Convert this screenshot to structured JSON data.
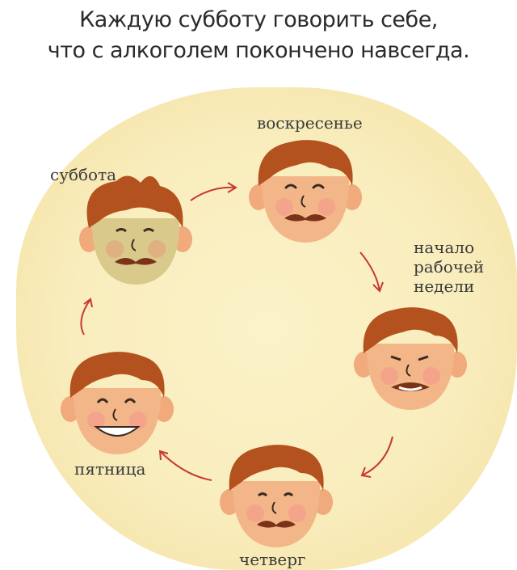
{
  "title": {
    "line1": "Каждую субботу говорить себе,",
    "line2": "что с алкоголем покончено навсегда."
  },
  "days": {
    "saturday": "суббота",
    "sunday": "воскресенье",
    "monday": [
      "начало",
      "рабочей",
      "недели"
    ],
    "thursday": "четверг",
    "friday": "пятница"
  },
  "colors": {
    "background": "#f9edbd",
    "hair": "#b4521f",
    "skin": "#f3b689",
    "skin_sick": "#d9c98a",
    "arrow": "#c63a2e",
    "text": "#2b2b2b"
  }
}
